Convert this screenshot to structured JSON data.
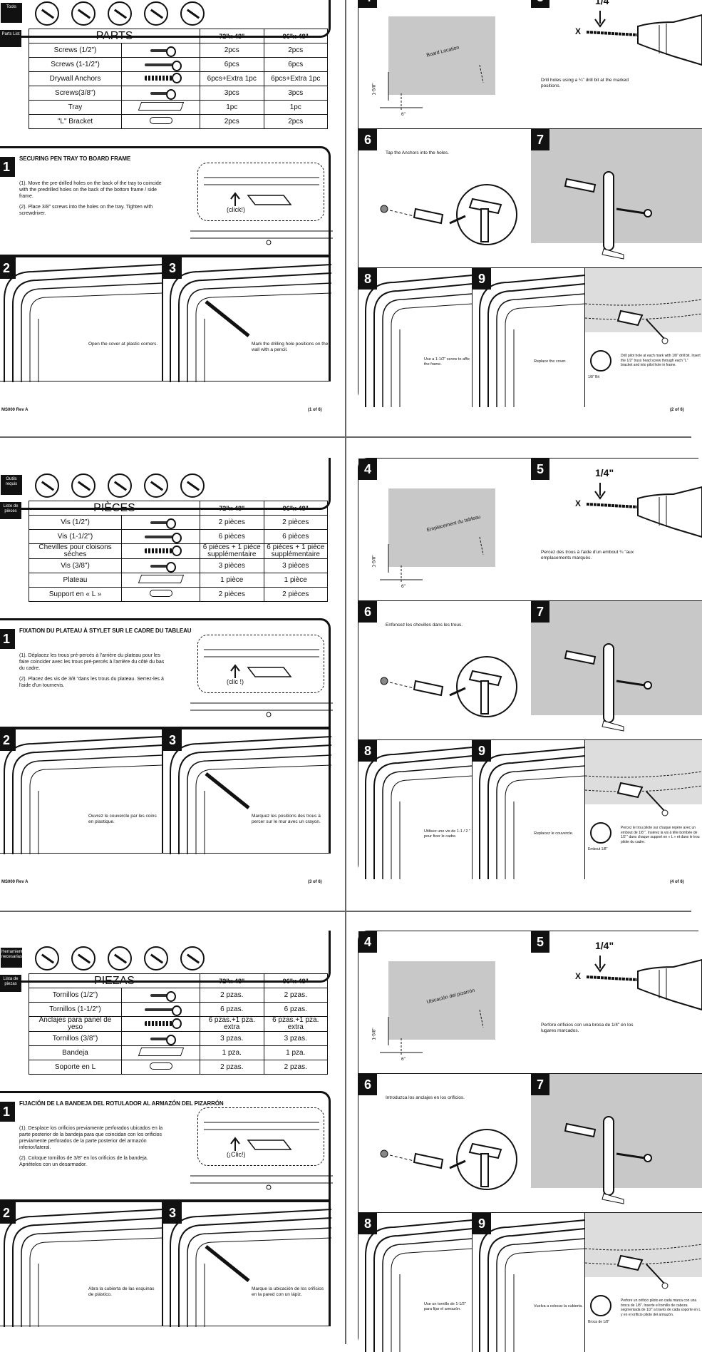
{
  "pages": [
    {
      "tools_label": "Tools",
      "parts_label": "Parts List",
      "parts_header": "PARTS",
      "size_a": "72\"x 48\"",
      "size_b": "96\"x 48\"",
      "rows": [
        {
          "name": "Screws (1/2\")",
          "a": "2pcs",
          "b": "2pcs",
          "icon": "screw"
        },
        {
          "name": "Screws (1-1/2\")",
          "a": "6pcs",
          "b": "6pcs",
          "icon": "screw-long"
        },
        {
          "name": "Drywall Anchors",
          "a": "6pcs+Extra 1pc",
          "b": "6pcs+Extra 1pc",
          "icon": "anchor"
        },
        {
          "name": "Screws(3/8\")",
          "a": "3pcs",
          "b": "3pcs",
          "icon": "screw"
        },
        {
          "name": "Tray",
          "a": "1pc",
          "b": "1pc",
          "icon": "tray"
        },
        {
          "name": "\"L\" Bracket",
          "a": "2pcs",
          "b": "2pcs",
          "icon": "bracket"
        }
      ],
      "step1_title": "SECURING PEN TRAY TO BOARD FRAME",
      "step1_p1": "(1). Move the pre-drilled holes on the back of the tray to coincide with the predrilled holes on the back of the bottom frame / side frame.",
      "step1_p2": "(2). Place 3/8\" screws into the holes on the tray. Tighten with screwdriver.",
      "click": "(click!)",
      "step2": "Open the cover at plastic corners.",
      "step3": "Mark the drilling hole positions on the wall with a pencil.",
      "footer_left": "MS000 Rev A",
      "footer_right": "(1 of 6)",
      "r_board": "Board Location",
      "r_step5": "Drill holes using a ¼\" drill bit at the marked positions.",
      "r_step6": "Tap the Anchors into the holes.",
      "r_step8": "Use a 1-1/2\" screw to affix the frame.",
      "r_step9": "Replace the cover.",
      "r_step10": "Drill pilot hole at each mark with 1/8\" drill bit. Insert the 1/2\" truss head screw through each \"L\" bracket and into pilot hole in frame.",
      "r_drill": "1/8\" Bit",
      "r_footer": "(2 of 6)"
    },
    {
      "tools_label": "Outils requis",
      "parts_label": "Liste de pièces",
      "parts_header": "PIÈCES",
      "size_a": "72\"x 48\"",
      "size_b": "96\"x 48\"",
      "rows": [
        {
          "name": "Vis (1/2\")",
          "a": "2 pièces",
          "b": "2 pièces",
          "icon": "screw"
        },
        {
          "name": "Vis (1-1/2\")",
          "a": "6 pièces",
          "b": "6 pièces",
          "icon": "screw-long"
        },
        {
          "name": "Chevilles pour cloisons sèches",
          "a": "6 pièces + 1 pièce supplémentaire",
          "b": "6 pièces + 1 pièce supplémentaire",
          "icon": "anchor"
        },
        {
          "name": "Vis (3/8\")",
          "a": "3 pièces",
          "b": "3 pièces",
          "icon": "screw"
        },
        {
          "name": "Plateau",
          "a": "1 pièce",
          "b": "1 pièce",
          "icon": "tray"
        },
        {
          "name": "Support en « L »",
          "a": "2 pièces",
          "b": "2 pièces",
          "icon": "bracket"
        }
      ],
      "step1_title": "FIXATION DU PLATEAU À STYLET SUR LE CADRE DU TABLEAU",
      "step1_p1": "(1). Déplacez les trous pré-percés à l'arrière du plateau pour les faire coïncider avec les trous pré-percés à l'arrière du côté du bas du cadre.",
      "step1_p2": "(2). Placez des vis de 3/8 \"dans les trous du plateau. Serrez-les à l'aide d'un tournevis.",
      "click": "(clic !)",
      "step2": "Ouvrez le couvercle par les coins en plastique.",
      "step3": "Marquez les positions des trous à percer sur le mur avec un crayon.",
      "footer_left": "MS000 Rev A",
      "footer_right": "(3 of 6)",
      "r_board": "Emplacement du tableau",
      "r_step5": "Percez des trous à l'aide d'un embout ¼ \"aux emplacements marqués.",
      "r_step6": "Enfoncez les chevilles dans les trous.",
      "r_step8": "Utilisez une vis de 1-1 / 2 \" pour fixer le cadre.",
      "r_step9": "Replacez le couvercle.",
      "r_step10": "Percez le trou pilote sur chaque repère avec un embout de 1/8 \". Insérez la vis à tête bombée de 1/2 \" dans chaque support en « L » et dans le trou pilote du cadre.",
      "r_drill": "Embout 1/8\"",
      "r_footer": "(4 of 6)"
    },
    {
      "tools_label": "Herramientas necesarias",
      "parts_label": "Lista de piezas",
      "parts_header": "PIEZAS",
      "size_a": "72\"x 48\"",
      "size_b": "96\"x 48\"",
      "rows": [
        {
          "name": "Tornillos (1/2\")",
          "a": "2 pzas.",
          "b": "2 pzas.",
          "icon": "screw"
        },
        {
          "name": "Tornillos (1-1/2\")",
          "a": "6 pzas.",
          "b": "6 pzas.",
          "icon": "screw-long"
        },
        {
          "name": "Anclajes para panel de yeso",
          "a": "6 pzas.+1 pza. extra",
          "b": "6 pzas.+1 pza. extra",
          "icon": "anchor"
        },
        {
          "name": "Tornillos (3/8\")",
          "a": "3 pzas.",
          "b": "3 pzas.",
          "icon": "screw"
        },
        {
          "name": "Bandeja",
          "a": "1 pza.",
          "b": "1 pza.",
          "icon": "tray"
        },
        {
          "name": "Soporte en L",
          "a": "2 pzas.",
          "b": "2 pzas.",
          "icon": "bracket"
        }
      ],
      "step1_title": "FIJACIÓN DE LA BANDEJA DEL ROTULADOR AL ARMAZÓN DEL PIZARRÓN",
      "step1_p1": "(1). Desplace los orificios previamente perforados ubicados en la parte posterior de la bandeja para que coincidan con los orificios previamente perforados de la parte posterior del armazón inferior/lateral.",
      "step1_p2": "(2). Coloque tornillos de 3/8\" en los orificios de la bandeja. Apriételos con un desarmador.",
      "click": "(¡Clic!)",
      "step2": "Abra la cubierta de las esquinas de plástico.",
      "step3": "Marque la ubicación de los orificios en la pared con un lápiz.",
      "footer_left": "",
      "footer_right": "",
      "r_board": "Ubicación del pizarrón",
      "r_step5": "Perfore orificios con una broca de 1/4\" en los lugares marcados.",
      "r_step6": "Introduzca los anclajes en los orificios.",
      "r_step8": "Use un tornillo de 1-1/2\" para fijar el armazón.",
      "r_step9": "Vuelva a colocar la cubierta.",
      "r_step10": "Perfore un orificio piloto en cada marca con una broca de 1/8\". Inserte el tornillo de cabeza segmentada de 1/2\" a través de cada soporte en L y en el orificio piloto del armazón.",
      "r_drill": "Broca de 1/8\"",
      "r_footer": ""
    }
  ],
  "quarter": "1/4\"",
  "x_mark": "X",
  "dim_a": "1-5/8\"",
  "dim_b": "6\""
}
